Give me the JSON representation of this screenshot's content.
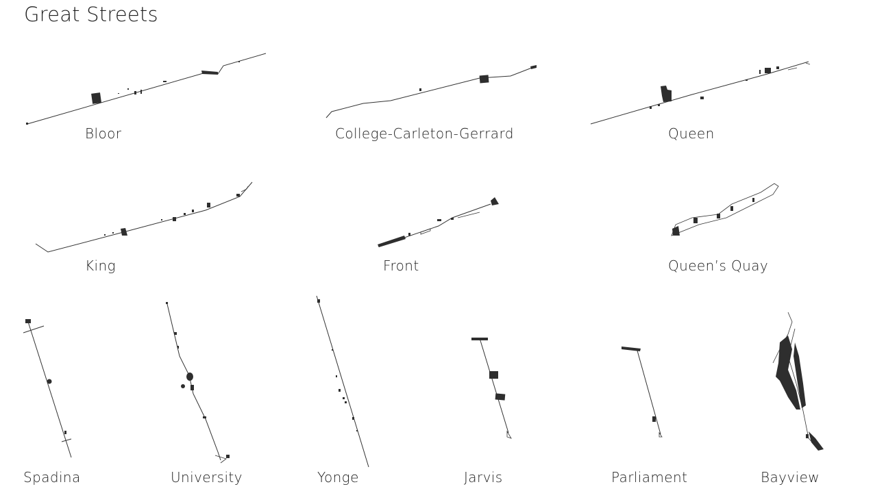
{
  "page": {
    "title": "Great Streets"
  },
  "streets": {
    "bloor": "Bloor",
    "college": "College-Carleton-Gerrard",
    "queen": "Queen",
    "king": "King",
    "front": "Front",
    "queens_quay": "Queen’s Quay",
    "spadina": "Spadina",
    "university": "University",
    "yonge": "Yonge",
    "jarvis": "Jarvis",
    "parliament": "Parliament",
    "bayview": "Bayview"
  },
  "colors": {
    "ink": "#2e2e2e",
    "background": "#ffffff"
  }
}
